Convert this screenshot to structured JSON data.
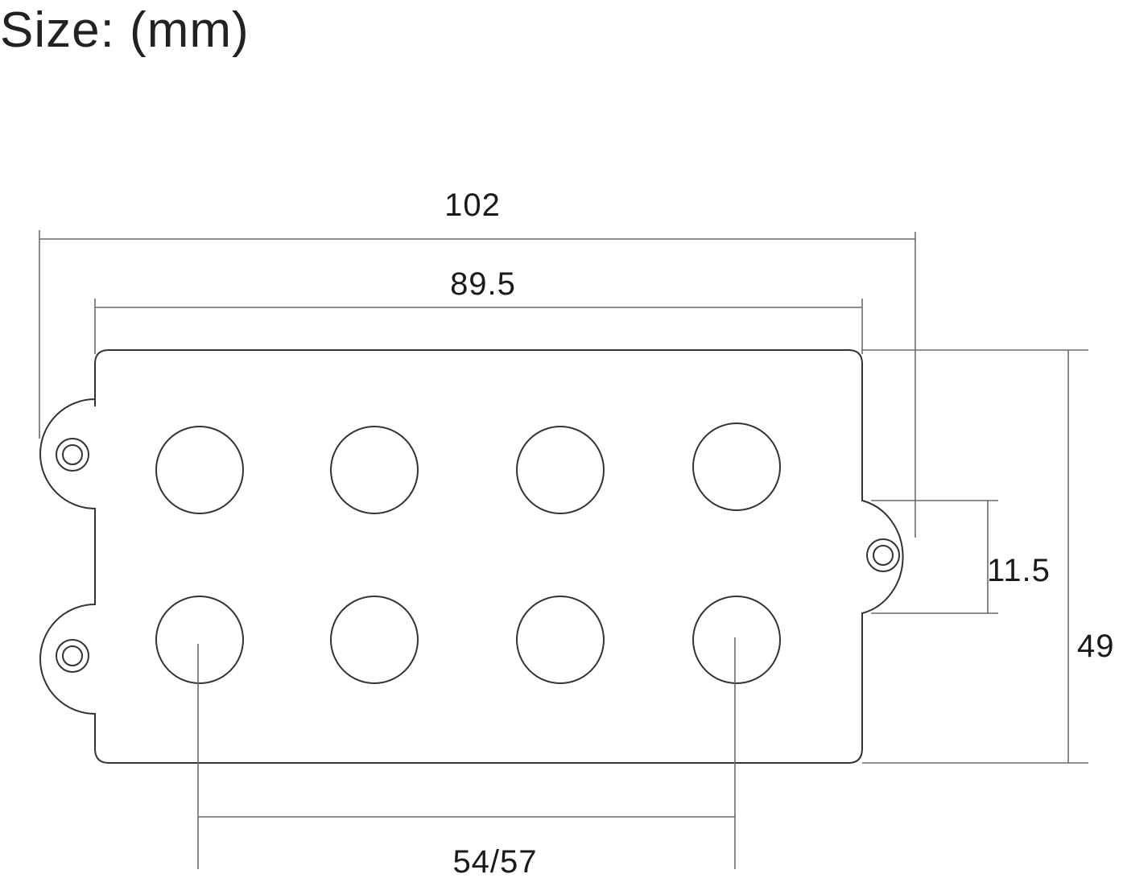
{
  "title": "Size: (mm)",
  "dimensions": {
    "overall_length": "102",
    "body_length": "89.5",
    "mount_ear_depth": "11.5",
    "height": "49",
    "pole_spacing": "54/57"
  },
  "parts": {
    "pole_pieces": 8,
    "mounting_holes": 3
  }
}
